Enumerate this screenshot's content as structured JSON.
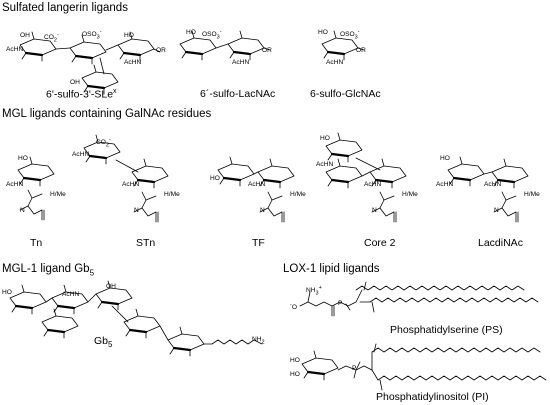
{
  "sections": {
    "sulfated": {
      "title": "Sulfated langerin ligands",
      "labels": [
        "6'-sulfo-3'-SLe",
        "6´-sulfo-LacNAc",
        "6-sulfo-GlcNAc"
      ],
      "sle_superscript": "x"
    },
    "mgl": {
      "title": "MGL ligands containing GalNAc residues",
      "labels": [
        "Tn",
        "STn",
        "TF",
        "Core 2",
        "LacdiNAc"
      ]
    },
    "gb5": {
      "title": "MGL-1 ligand Gb",
      "title_sub": "5",
      "inline_label": "Gb",
      "inline_sub": "5"
    },
    "lox": {
      "title": "LOX-1 lipid ligands",
      "labels": [
        "Phosphatidylserine (PS)",
        "Phosphatidylinositol (PI)"
      ]
    }
  },
  "atoms": {
    "oh": "OH",
    "ho": "HO",
    "acnh": "AcHN",
    "co2": "CO",
    "co2_sub": "2",
    "co2_sup": "-",
    "so3": "OSO",
    "so3_sub": "3",
    "so3_sup": "-",
    "or": "OR",
    "o": "O",
    "nh": "N",
    "hme": "H/Me",
    "nh3": "NH",
    "nh3_sub": "3",
    "nh3_sup": "+",
    "nh2": "NH",
    "nh2_sub": "2",
    "p": "P",
    "ominus": "O"
  }
}
